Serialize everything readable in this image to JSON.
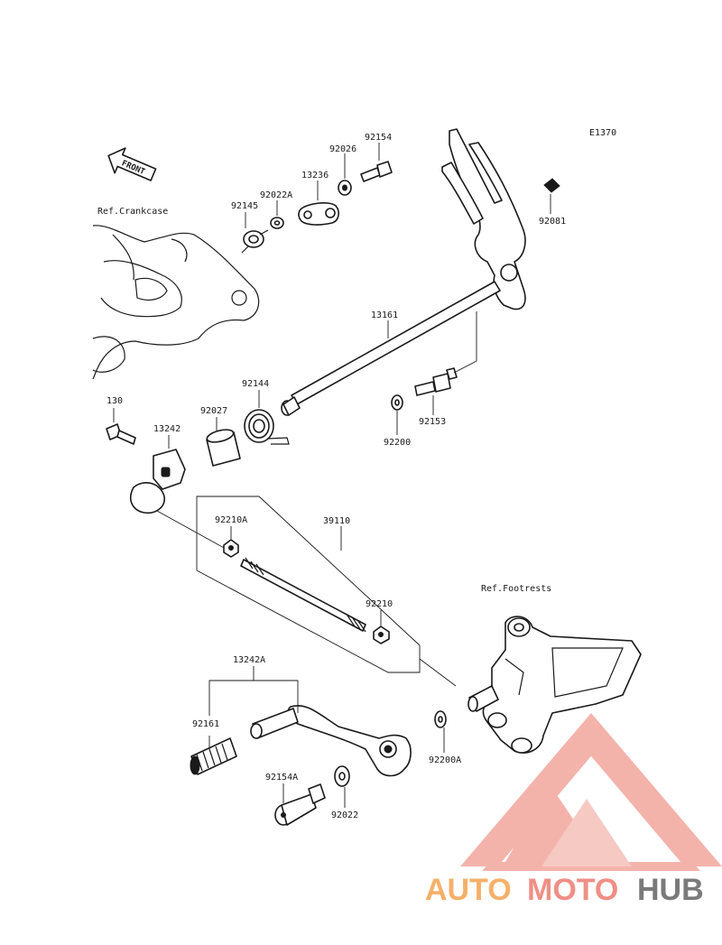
{
  "diagram_code": "E1370",
  "front_label": "FRONT",
  "refs": {
    "crankcase": "Ref.Crankcase",
    "footrests": "Ref.Footrests"
  },
  "parts": {
    "p92154": "92154",
    "p92026": "92026",
    "p13236": "13236",
    "p92022A": "92022A",
    "p92145": "92145",
    "p92081": "92081",
    "p13161": "13161",
    "p92144": "92144",
    "p92027": "92027",
    "p130": "130",
    "p13242": "13242",
    "p92200": "92200",
    "p92153": "92153",
    "p92210A": "92210A",
    "p39110": "39110",
    "p92210": "92210",
    "p13242A": "13242A",
    "p92161": "92161",
    "p92154A": "92154A",
    "p92022": "92022",
    "p92200A": "92200A"
  },
  "watermark": {
    "part1": "AUTO",
    "part2": "MOTO",
    "part3": "HUB",
    "color1": "#f5b06a",
    "color2": "#ef8f86",
    "color3": "#7a7a7a"
  }
}
